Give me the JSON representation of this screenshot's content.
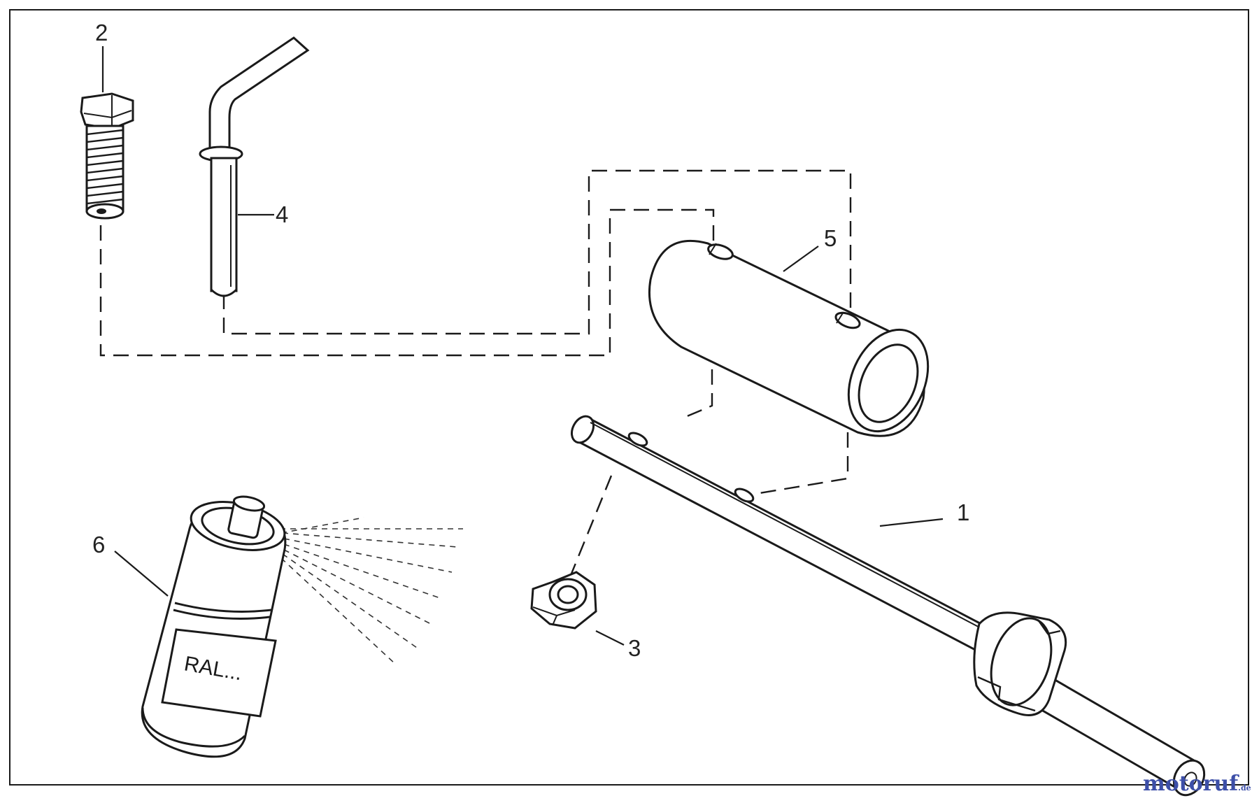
{
  "callouts": {
    "c1": "1",
    "c2": "2",
    "c3": "3",
    "c4": "4",
    "c5": "5",
    "c6": "6"
  },
  "can_label": "RAL...",
  "watermark": {
    "name": "motoruf",
    "suffix": ".de"
  },
  "colors": {
    "line": "#1a1a1a",
    "watermark_blue": "#3d4fa8",
    "watermark_red": "#d9342b",
    "watermark_green": "#3f9a3a",
    "watermark_orange": "#e8a21c"
  }
}
